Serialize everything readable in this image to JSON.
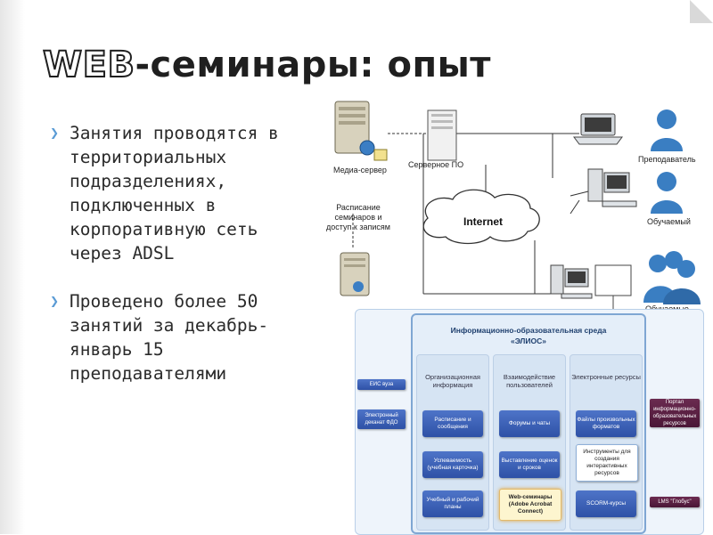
{
  "slide": {
    "title_prefix": "WEB",
    "title_rest": "-семинары: опыт",
    "bullets": [
      "Занятия проводятся в территориальных подразделениях, подключенных в корпоративную сеть через ADSL",
      "Проведено более 50 занятий за декабрь-январь 15 преподавателями"
    ]
  },
  "network_diagram": {
    "media_server_label": "Медиа-сервер",
    "server_sw_label": "Серверное ПО",
    "internet_label": "Internet",
    "schedule_label": "Расписание семинаров и доступ к записям",
    "teacher_label": "Преподаватель",
    "student_label": "Обучаемый",
    "students_label": "Обучаемые"
  },
  "elios_diagram": {
    "title": "Информационно-образовательная среда",
    "subtitle": "«ЭЛИОС»",
    "columns": [
      {
        "head": "Организационная информация",
        "boxes": [
          "Расписание и сообщения",
          "Успеваемость (учебная карточка)",
          "Учебный и рабочий планы"
        ]
      },
      {
        "head": "Взаимодействие пользователей",
        "boxes": [
          "Форумы и чаты",
          "Выставление оценок и сроков",
          "Web-семинары (Adobe Acrobat Connect)"
        ]
      },
      {
        "head": "Электронные ресурсы",
        "boxes": [
          "Файлы произвольных форматов",
          "Инструменты для создания интерактивных ресурсов",
          "SCORM-курсы"
        ]
      }
    ],
    "left_boxes": [
      "ЕИС вуза",
      "Электронный деканат ФДО"
    ],
    "right_boxes": [
      "Портал информационно-образовательных ресурсов",
      "LMS \"Глобус\""
    ]
  },
  "colors": {
    "accent": "#5a9bd5",
    "box_blue": "#2e51a6",
    "box_dark": "#4a1636",
    "highlight": "#e3a73f"
  }
}
